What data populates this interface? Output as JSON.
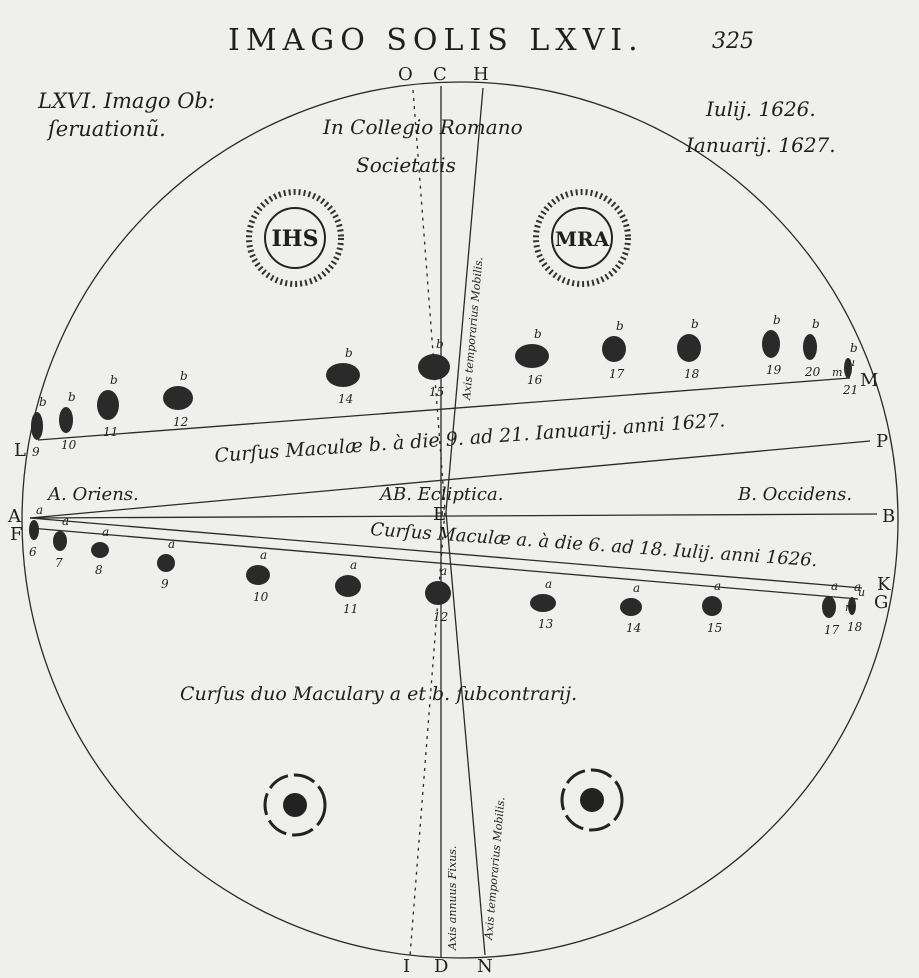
{
  "header": {
    "title": "IMAGO SOLIS LXVI.",
    "page_number": "325"
  },
  "top_left": {
    "line1": "LXVI. Imago Ob:",
    "line2": "ſeruationũ."
  },
  "top_center": {
    "line1": "In Collegio Romano",
    "line2": "Societatis"
  },
  "top_right": {
    "line1": "Iulij. 1626.",
    "line2": "Ianuarij. 1627."
  },
  "emblems": {
    "left": "IHS",
    "right": "MRA"
  },
  "points": {
    "O": "O",
    "C": "C",
    "H": "H",
    "L": "L",
    "M": "M",
    "P": "P",
    "A": "A",
    "F": "F",
    "E": "E",
    "B": "B",
    "K": "K",
    "G": "G",
    "I": "I",
    "D": "D",
    "N": "N"
  },
  "labels": {
    "oriens": "A. Oriens.",
    "ecliptica": "AB. Ecliptica.",
    "occidens": "B. Occidens.",
    "cursus_b": "Curſus Maculæ b. à die 9. ad 21. Ianuarij. anni 1627.",
    "cursus_a": "Curſus Maculæ a. à die 6. ad 18. Iulij. anni 1626.",
    "cursus_duo": "Curſus duo Maculary a et b. ſubcontrarij.",
    "axis_mobilis_top": "Axis temporarius Mobilis.",
    "axis_fixus": "Axis annuus Fixus.",
    "axis_mobilis_bottom": "Axis temporarius Mobilis."
  },
  "spots_b": {
    "letter": "b",
    "days": [
      "9",
      "10",
      "11",
      "12",
      "14",
      "15",
      "16",
      "17",
      "18",
      "19",
      "20",
      "21"
    ]
  },
  "spots_a": {
    "letter": "a",
    "days": [
      "6",
      "7",
      "8",
      "9",
      "10",
      "11",
      "12",
      "13",
      "14",
      "15",
      "17",
      "18"
    ]
  },
  "spot_marks": {
    "m": "m",
    "u": "u"
  }
}
